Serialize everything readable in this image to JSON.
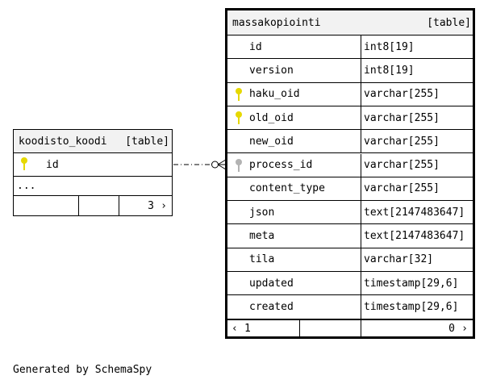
{
  "footer": "Generated by SchemaSpy",
  "tables": {
    "koodisto_koodi": {
      "name": "koodisto_koodi",
      "type_label": "[table]",
      "columns": [
        {
          "name": "id",
          "key": "pk"
        }
      ],
      "more": "...",
      "footer_right": "3",
      "footer_arrow": "›"
    },
    "massakopiointi": {
      "name": "massakopiointi",
      "type_label": "[table]",
      "columns": [
        {
          "name": "id",
          "type": "int8[19]",
          "key": ""
        },
        {
          "name": "version",
          "type": "int8[19]",
          "key": ""
        },
        {
          "name": "haku_oid",
          "type": "varchar[255]",
          "key": "pk"
        },
        {
          "name": "old_oid",
          "type": "varchar[255]",
          "key": "pk"
        },
        {
          "name": "new_oid",
          "type": "varchar[255]",
          "key": ""
        },
        {
          "name": "process_id",
          "type": "varchar[255]",
          "key": "ix"
        },
        {
          "name": "content_type",
          "type": "varchar[255]",
          "key": ""
        },
        {
          "name": "json",
          "type": "text[2147483647]",
          "key": ""
        },
        {
          "name": "meta",
          "type": "text[2147483647]",
          "key": ""
        },
        {
          "name": "tila",
          "type": "varchar[32]",
          "key": ""
        },
        {
          "name": "updated",
          "type": "timestamp[29,6]",
          "key": ""
        },
        {
          "name": "created",
          "type": "timestamp[29,6]",
          "key": ""
        }
      ],
      "footer_left_arrow": "‹",
      "footer_left": "1",
      "footer_right": "0",
      "footer_right_arrow": "›"
    }
  }
}
